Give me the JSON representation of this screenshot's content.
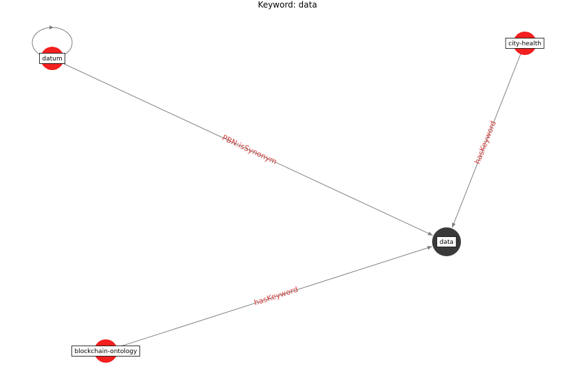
{
  "title": "Keyword: data",
  "colors": {
    "keyword_node": "#3a3a3a",
    "resource_node": "#f22020",
    "edge": "#808080",
    "edge_label": "#d04040",
    "label_box_fill": "#ffffff",
    "label_box_stroke": "#000000"
  },
  "nodes": [
    {
      "id": "data",
      "label": "data",
      "kind": "keyword"
    },
    {
      "id": "datum",
      "label": "datum",
      "kind": "resource"
    },
    {
      "id": "city-health",
      "label": "city-health",
      "kind": "resource"
    },
    {
      "id": "blockchain-ontology",
      "label": "blockchain-ontology",
      "kind": "resource"
    }
  ],
  "edges": [
    {
      "source": "datum",
      "target": "data",
      "label": "PBN:isSynonym"
    },
    {
      "source": "city-health",
      "target": "data",
      "label": "hasKeyword"
    },
    {
      "source": "blockchain-ontology",
      "target": "data",
      "label": "hasKeyword"
    },
    {
      "source": "datum",
      "target": "datum",
      "label": ""
    }
  ]
}
